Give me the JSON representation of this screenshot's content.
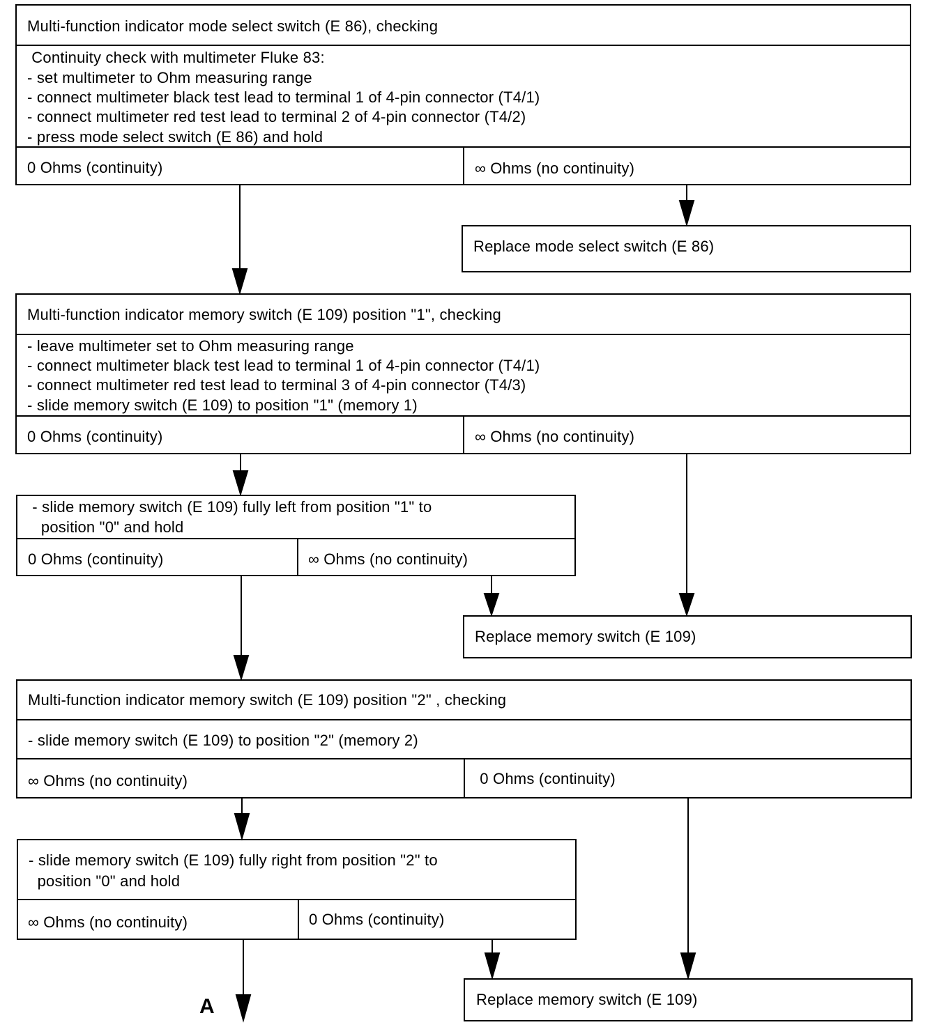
{
  "block1": {
    "title": "Multi-function indicator mode select switch (E 86), checking",
    "steps": [
      " Continuity check with multimeter Fluke 83:",
      "- set multimeter to Ohm measuring range",
      "- connect multimeter black test lead to terminal 1 of 4-pin connector (T4/1)",
      "- connect multimeter red test lead to terminal 2 of 4-pin connector (T4/2)",
      "- press mode select switch (E 86) and hold"
    ],
    "result_left": "0 Ohms (continuity)",
    "result_right": "∞ Ohms (no continuity)"
  },
  "replace1": "Replace mode select switch (E 86)",
  "block2": {
    "title": "Multi-function indicator memory switch (E 109) position \"1\", checking",
    "steps": [
      "- leave multimeter set to Ohm measuring range",
      "- connect multimeter black test lead to terminal 1 of 4-pin connector (T4/1)",
      "- connect multimeter red test lead to terminal 3 of 4-pin connector (T4/3)",
      "- slide memory switch (E 109) to position \"1\" (memory 1)"
    ],
    "result_left": "0 Ohms (continuity)",
    "result_right": "∞ Ohms (no continuity)"
  },
  "block3": {
    "steps": [
      " - slide memory switch (E 109) fully left from position \"1\" to",
      "   position \"0\" and hold"
    ],
    "result_left": "0 Ohms (continuity)",
    "result_right": "∞ Ohms (no continuity)"
  },
  "replace2": "Replace memory switch (E 109)",
  "block4": {
    "title": "Multi-function indicator memory switch (E 109) position \"2\" , checking",
    "step": "- slide memory switch (E 109) to position \"2\" (memory 2)",
    "result_left": "∞ Ohms (no continuity)",
    "result_right": " 0 Ohms (continuity)"
  },
  "block5": {
    "steps": [
      "- slide memory switch (E 109) fully right from position \"2\" to",
      "  position \"0\" and hold"
    ],
    "result_left": "∞ Ohms (no continuity)",
    "result_right": "0 Ohms (continuity)"
  },
  "replace3": "Replace memory switch (E 109)",
  "connector_label": "A"
}
